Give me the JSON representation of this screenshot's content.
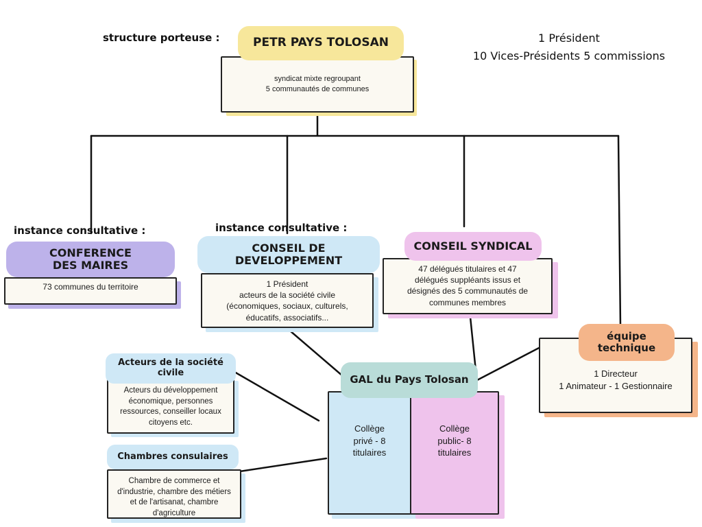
{
  "header": {
    "structure_label": "structure porteuse :",
    "petr_title": "PETR PAYS TOLOSAN",
    "petr_desc": "syndicat mixte regroupant\n5 communautés de communes",
    "leadership_line1": "1 Président",
    "leadership_line2": "10 Vices-Présidents 5 commissions"
  },
  "conference": {
    "instance_label": "instance consultative :",
    "title": "CONFERENCE\nDES MAIRES",
    "desc": "73 communes du territoire"
  },
  "conseil_dev": {
    "instance_label": "instance consultative :",
    "title": "CONSEIL DE\nDEVELOPPEMENT",
    "desc": "1 Président\nacteurs de la société civile\n(économiques, sociaux, culturels,\néducatifs, associatifs..."
  },
  "conseil_syndical": {
    "title": "CONSEIL SYNDICAL",
    "desc": "47 délégués titulaires et 47\ndélégués suppléants issus et\ndésignés des 5 communautés de\ncommunes membres"
  },
  "equipe": {
    "title": "équipe\ntechnique",
    "desc": "1 Directeur\n1 Animateur - 1 Gestionnaire"
  },
  "acteurs": {
    "title": "Acteurs de la société\ncivile",
    "desc": "Acteurs du développement\néconomique, personnes\nressources, conseiller locaux\ncitoyens etc."
  },
  "chambres": {
    "title": "Chambres consulaires",
    "desc": "Chambre de commerce et\nd'industrie, chambre des métiers\net de l'artisanat, chambre\nd'agriculture"
  },
  "gal": {
    "title": "GAL du Pays Tolosan",
    "college_prive": "Collège\nprivé - 8\ntitulaires",
    "college_public": "Collège\npublic- 8\ntitulaires"
  },
  "colors": {
    "yellow": "#f7e79b",
    "purple": "#bdb2ea",
    "blue": "#cfe8f6",
    "pink": "#efc3ec",
    "orange": "#f4b58a",
    "teal": "#b9dcd8",
    "card_bg": "#fbf9f2"
  }
}
